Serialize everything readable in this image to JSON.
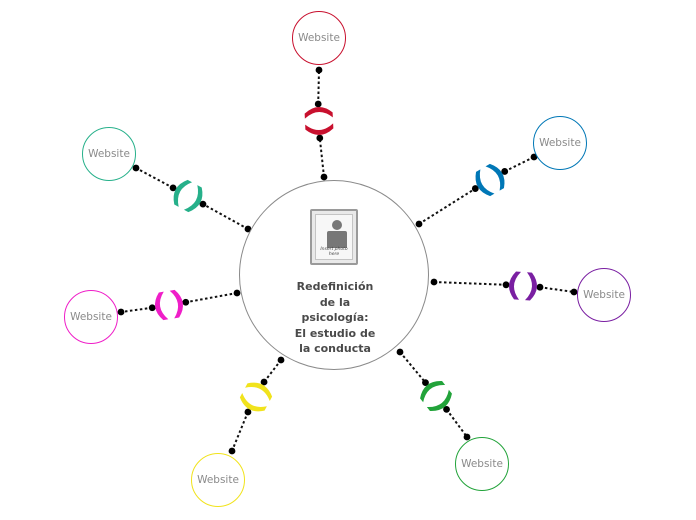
{
  "hub": {
    "title_lines": [
      "Redefinición",
      "de la",
      "psicología:",
      "El estudio de",
      "la conducta"
    ],
    "photo_caption": "Insert photo here"
  },
  "nodes": [
    {
      "id": "top",
      "label": "Website",
      "color": "#c8102e"
    },
    {
      "id": "top-right",
      "label": "Website",
      "color": "#0077b6"
    },
    {
      "id": "right",
      "label": "Website",
      "color": "#7a1fa2"
    },
    {
      "id": "bottom-right",
      "label": "Website",
      "color": "#22a33a"
    },
    {
      "id": "bottom",
      "label": "Website",
      "color": "#f1e31c"
    },
    {
      "id": "left",
      "label": "Website",
      "color": "#ef1ec8"
    },
    {
      "id": "top-left",
      "label": "Website",
      "color": "#26b08a"
    }
  ]
}
